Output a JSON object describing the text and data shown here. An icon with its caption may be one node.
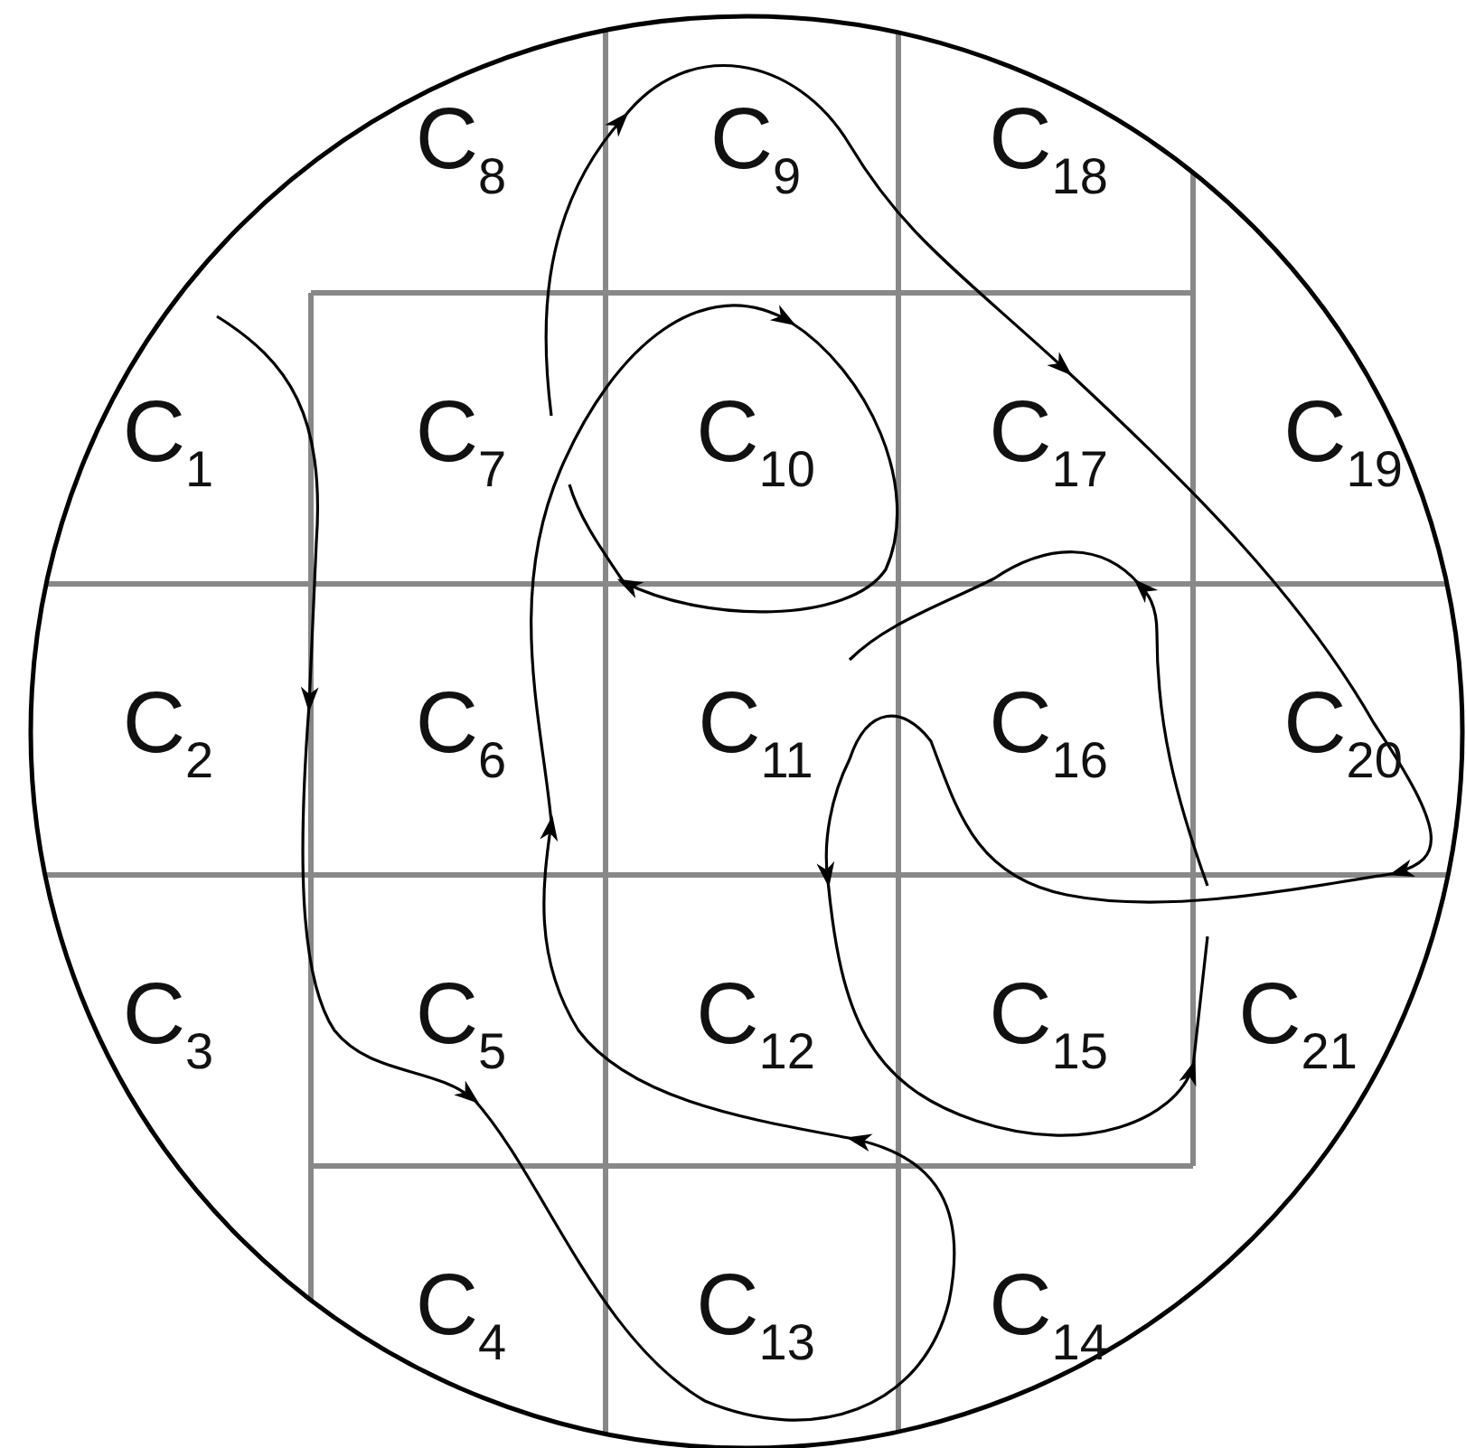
{
  "diagram": {
    "nodes": [
      {
        "text": [
          "C$_{8}$"
        ]
      },
      {
        "text": [
          "C$_{9}$"
        ]
      },
      {
        "text": [
          "C$_{18}$"
        ]
      },
      {
        "text": [
          "C$_{1}$"
        ]
      },
      {
        "text": [
          "C$_{7}$"
        ]
      },
      {
        "text": [
          "C$_{10}$"
        ]
      },
      {
        "text": [
          "C$_{17}$"
        ]
      },
      {
        "text": [
          "C$_{19}$"
        ]
      },
      {
        "text": [
          "C$_{2}$"
        ]
      },
      {
        "text": [
          "C$_{6}$"
        ]
      },
      {
        "text": [
          "C$_{11}$"
        ]
      },
      {
        "text": [
          "C$_{16}$"
        ]
      },
      {
        "text": [
          "C$_{20}$"
        ]
      },
      {
        "text": [
          "C$_{3}$"
        ]
      },
      {
        "text": [
          "C$_{5}$"
        ]
      },
      {
        "text": [
          "C$_{12}$"
        ]
      },
      {
        "text": [
          "C$_{15}$"
        ]
      },
      {
        "text": [
          "C$_{21}$"
        ]
      },
      {
        "text": [
          "C$_{4}$"
        ]
      },
      {
        "text": [
          "C$_{13}$"
        ]
      },
      {
        "text": [
          "C$_{14}$"
        ]
      }
    ],
    "edges": []
  }
}
